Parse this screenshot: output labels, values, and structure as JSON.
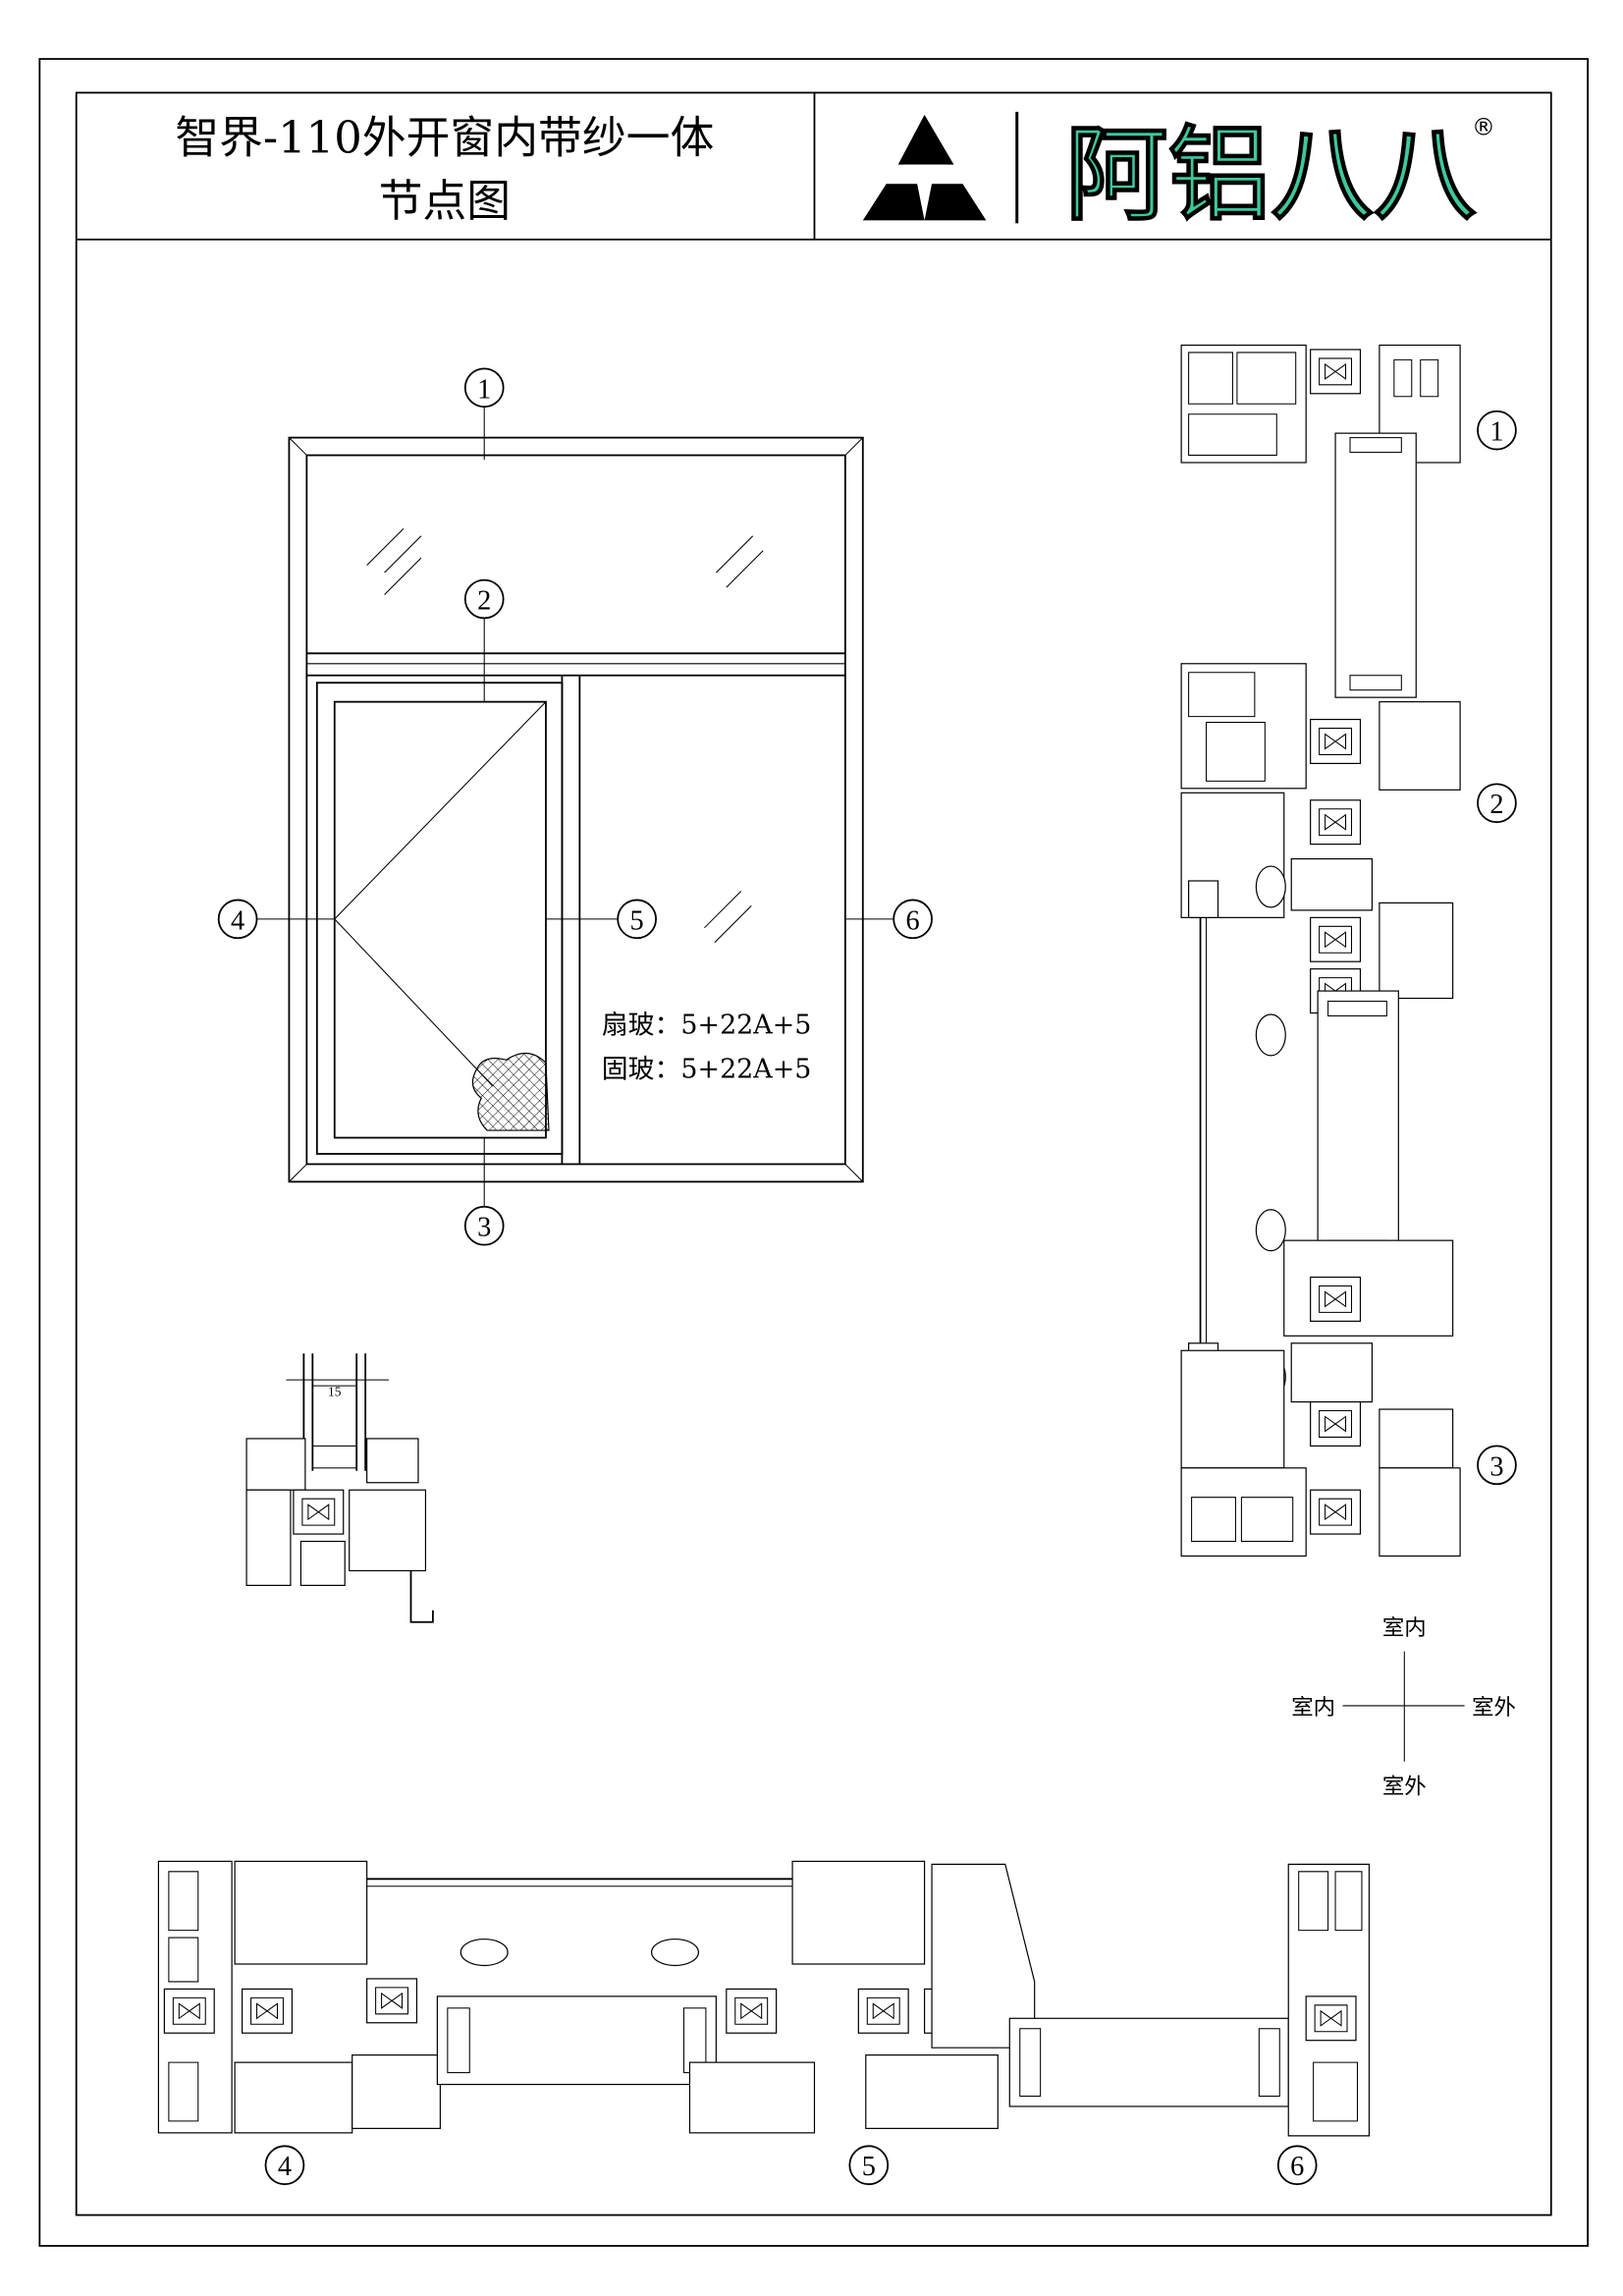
{
  "title": {
    "line1": "智界-110外开窗内带纱一体",
    "line2": "节点图"
  },
  "logo": {
    "text": "阿铝八八",
    "registered": "®",
    "brand_color": "#3ec79e"
  },
  "elevation": {
    "callouts": [
      "1",
      "2",
      "3",
      "4",
      "5",
      "6"
    ],
    "glass_notes": [
      "扇玻：5+22A+5",
      "固玻：5+22A+5"
    ]
  },
  "vertical_section": {
    "callouts": [
      "1",
      "2",
      "3"
    ]
  },
  "detail": {
    "dimension": "15"
  },
  "horizontal_section": {
    "callouts": [
      "4",
      "5",
      "6"
    ]
  },
  "orientation": {
    "top": "室内",
    "left": "室内",
    "right": "室外",
    "bottom": "室外"
  }
}
